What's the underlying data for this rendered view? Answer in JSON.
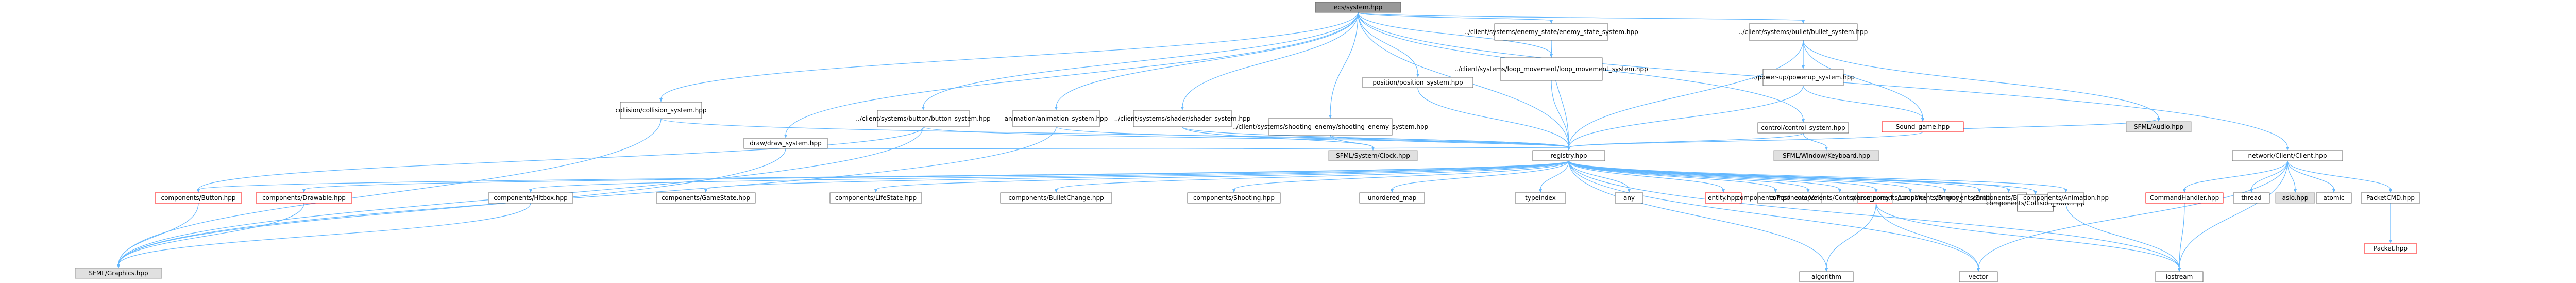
{
  "graph": {
    "colors": {
      "root_fill": "#999999",
      "node_fill": "#ffffff",
      "node_stroke": "#666666",
      "external_fill": "#e0e0e0",
      "external_stroke": "#999999",
      "linked_text": "#000000",
      "missing_stroke": "#ff0000",
      "missing_text": "#ff0000",
      "edge": "#63b8ff"
    },
    "nodes": {
      "root": "ecs/system.hpp",
      "collision": "collision/collision_system.hpp",
      "draw": "draw/draw_system.hpp",
      "button_sys": "../client/systems/button/button_system.hpp",
      "animation": "animation/animation_system.hpp",
      "shader": "../client/systems/shader/shader_system.hpp",
      "shooting": "../client/systems/shooting_enemy/shooting_enemy_system.hpp",
      "position": "position/position_system.hpp",
      "enemy_state": "../client/systems/enemy_state/enemy_state_system.hpp",
      "loop": "../client/systems/loop_movement/loop_movement_system.hpp",
      "bullet_sys": "../client/systems/bullet/bullet_system.hpp",
      "powerup": "../power-up/powerup_system.hpp",
      "control": "control/control_system.hpp",
      "sound_game": "Sound_game.hpp",
      "network": "network/Client/Client.hpp",
      "registry": "registry.hpp",
      "sfml_clock": "SFML/System/Clock.hpp",
      "sfml_keyboard": "SFML/Window/Keyboard.hpp",
      "sfml_audio": "SFML/Audio.hpp",
      "sfml_graphics": "SFML/Graphics.hpp",
      "comp_button": "components/Button.hpp",
      "comp_drawable": "components/Drawable.hpp",
      "comp_hitbox": "components/Hitbox.hpp",
      "comp_gamestate": "components/GameState.hpp",
      "comp_lifestate": "components/LifeState.hpp",
      "comp_bulletchange": "components/BulletChange.hpp",
      "comp_shooting": "components/Shooting.hpp",
      "unordered_map": "unordered_map",
      "typeindex": "typeindex",
      "any": "any",
      "entity": "entity.hpp",
      "comp_position": "components/Position.hpp",
      "comp_velocity": "components/Velocity.hpp",
      "comp_controllable": "components/Controllable.hpp",
      "sparse_array": "sparse_array.hpp",
      "comp_loop": "components/LoopMovement.hpp",
      "comp_enemy_state": "components/Enemy_state.hpp",
      "comp_entity_type": "components/Entity_type.hpp",
      "comp_bullet": "components/Bullet.hpp",
      "comp_collision_state": "components/Collision_state.hpp",
      "comp_animation": "components/Animation.hpp",
      "command_handler": "CommandHandler.hpp",
      "thread": "thread",
      "asio": "asio.hpp",
      "atomic": "atomic",
      "packet_cmd": "PacketCMD.hpp",
      "packet": "Packet.hpp",
      "algorithm": "algorithm",
      "vector": "vector",
      "iostream": "iostream"
    }
  }
}
